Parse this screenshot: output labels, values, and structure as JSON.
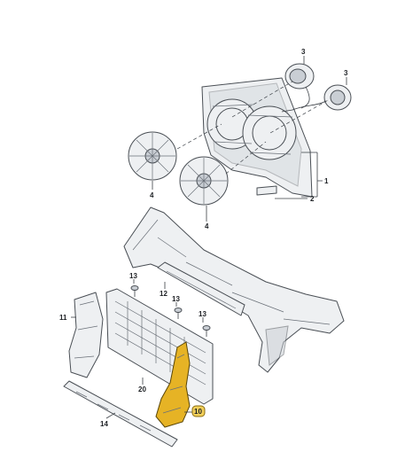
{
  "diagram": {
    "callouts": [
      {
        "id": "c1",
        "label": "1"
      },
      {
        "id": "c2",
        "label": "2"
      },
      {
        "id": "c3a",
        "label": "3"
      },
      {
        "id": "c3b",
        "label": "3"
      },
      {
        "id": "c4a",
        "label": "4"
      },
      {
        "id": "c4b",
        "label": "4"
      },
      {
        "id": "c10",
        "label": "10"
      },
      {
        "id": "c11",
        "label": "11"
      },
      {
        "id": "c12",
        "label": "12"
      },
      {
        "id": "c13a",
        "label": "13"
      },
      {
        "id": "c13b",
        "label": "13"
      },
      {
        "id": "c13c",
        "label": "13"
      },
      {
        "id": "c14",
        "label": "14"
      },
      {
        "id": "c20",
        "label": "20"
      }
    ],
    "colors": {
      "highlight": "#e6b325",
      "outline": "#4a4f55",
      "part_fill": "#eef0f2"
    }
  }
}
